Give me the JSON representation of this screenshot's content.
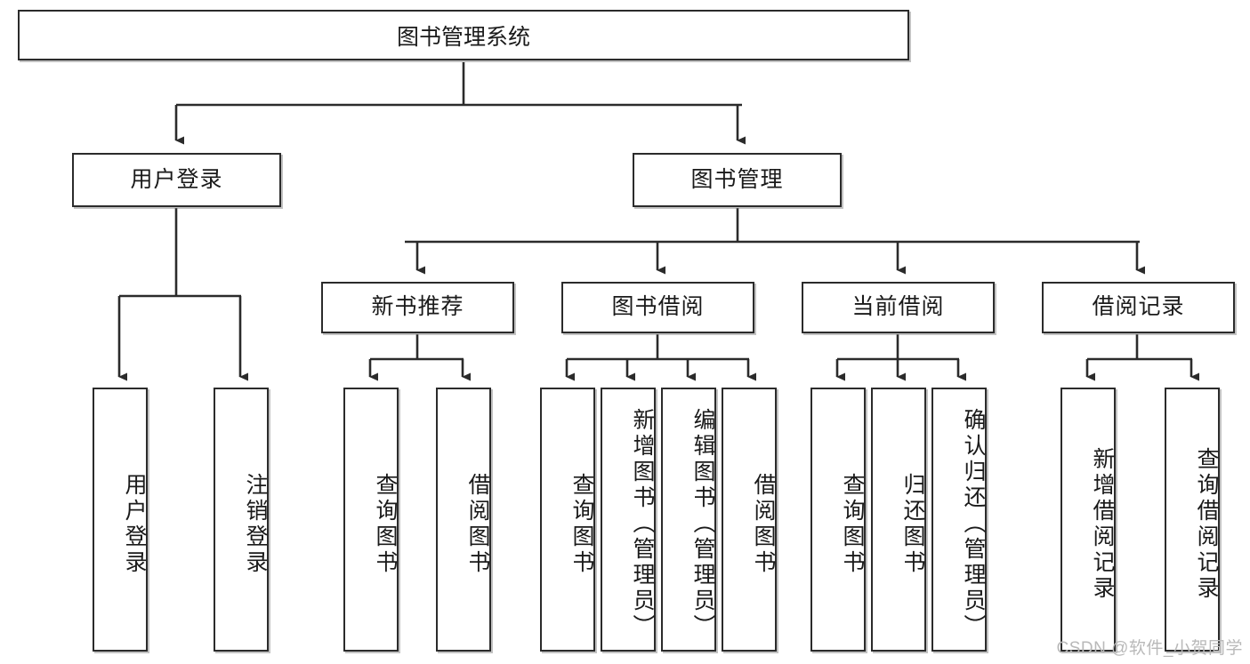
{
  "diagram": {
    "title": "图书管理系统",
    "type": "tree",
    "root": {
      "label": "图书管理系统"
    },
    "level2": [
      {
        "id": "user-login",
        "label": "用户登录"
      },
      {
        "id": "book-management",
        "label": "图书管理"
      }
    ],
    "level3": [
      {
        "id": "new-book-recommend",
        "label": "新书推荐",
        "parent": "book-management"
      },
      {
        "id": "book-borrow",
        "label": "图书借阅",
        "parent": "book-management"
      },
      {
        "id": "current-borrow",
        "label": "当前借阅",
        "parent": "book-management"
      },
      {
        "id": "borrow-record",
        "label": "借阅记录",
        "parent": "book-management"
      }
    ],
    "leaves": [
      {
        "id": "leaf-user-login",
        "label": "用户登录",
        "parent": "user-login"
      },
      {
        "id": "leaf-logout-login",
        "label": "注销登录",
        "parent": "user-login"
      },
      {
        "id": "leaf-query-book-1",
        "label": "查询图书",
        "parent": "new-book-recommend"
      },
      {
        "id": "leaf-borrow-book-1",
        "label": "借阅图书",
        "parent": "new-book-recommend"
      },
      {
        "id": "leaf-query-book-2",
        "label": "查询图书",
        "parent": "book-borrow"
      },
      {
        "id": "leaf-add-book",
        "label": "新增图书（管理员）",
        "parent": "book-borrow"
      },
      {
        "id": "leaf-edit-book",
        "label": "编辑图书（管理员）",
        "parent": "book-borrow"
      },
      {
        "id": "leaf-borrow-book-2",
        "label": "借阅图书",
        "parent": "book-borrow"
      },
      {
        "id": "leaf-query-book-3",
        "label": "查询图书",
        "parent": "current-borrow"
      },
      {
        "id": "leaf-return-book",
        "label": "归还图书",
        "parent": "current-borrow"
      },
      {
        "id": "leaf-confirm-return",
        "label": "确认归还（管理员）",
        "parent": "current-borrow"
      },
      {
        "id": "leaf-add-record",
        "label": "新增借阅记录",
        "parent": "borrow-record"
      },
      {
        "id": "leaf-query-record",
        "label": "查询借阅记录",
        "parent": "borrow-record"
      }
    ]
  },
  "watermark": {
    "text": "CSDN @软件_小贺同学"
  },
  "colors": {
    "stroke": "#2b2b2b",
    "fill": "#ffffff",
    "text": "#1a1a1a",
    "watermark": "#b9b9b9"
  }
}
